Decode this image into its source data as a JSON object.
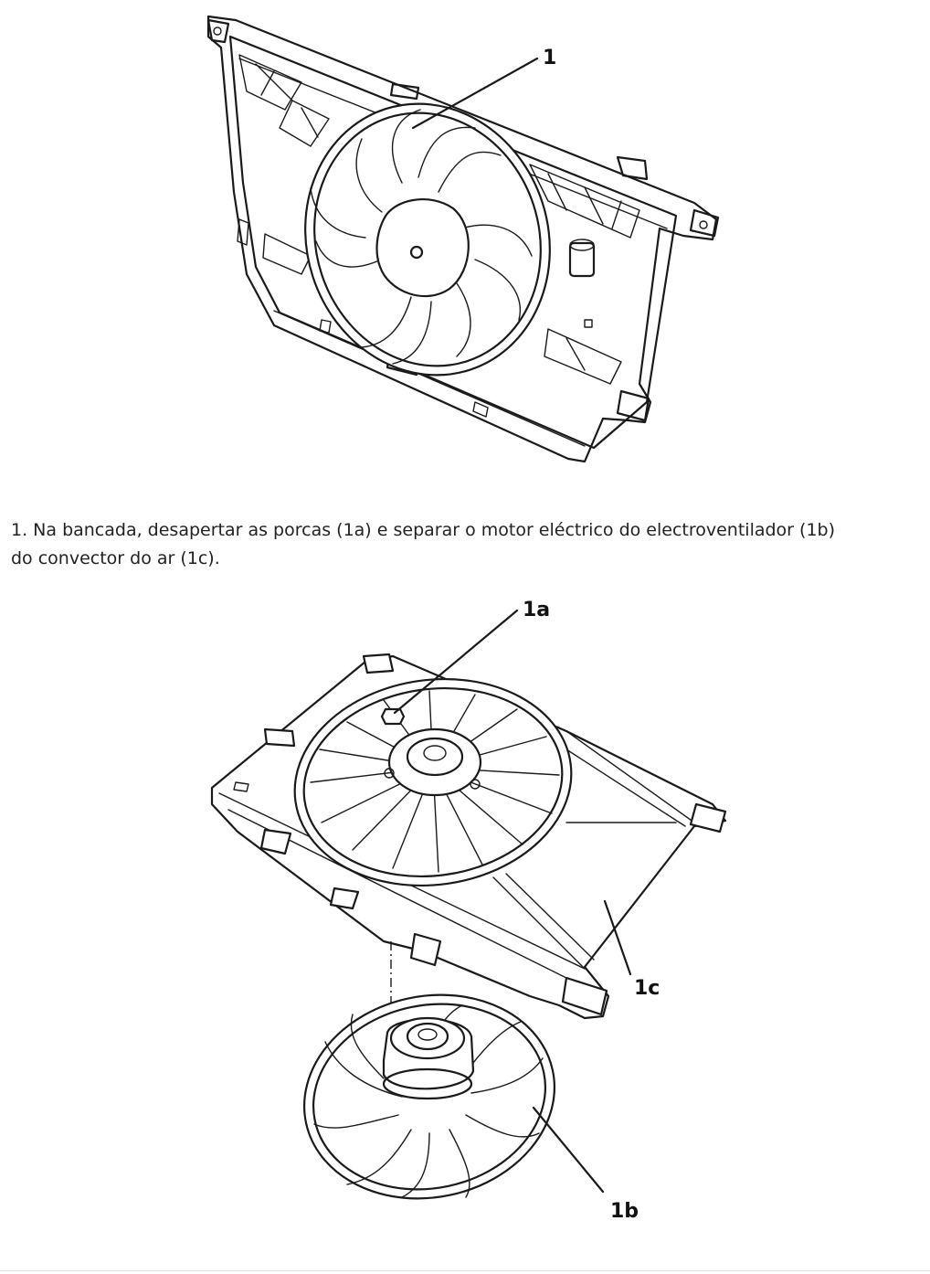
{
  "figure_top": {
    "label": "1"
  },
  "caption": {
    "line1": "1. Na bancada, desapertar as porcas (1a) e separar o motor eléctrico do electroventilador (1b)",
    "line2": "do convector do ar (1c)."
  },
  "figure_bottom": {
    "label_nut": "1a",
    "label_fan": "1b",
    "label_shroud": "1c"
  }
}
